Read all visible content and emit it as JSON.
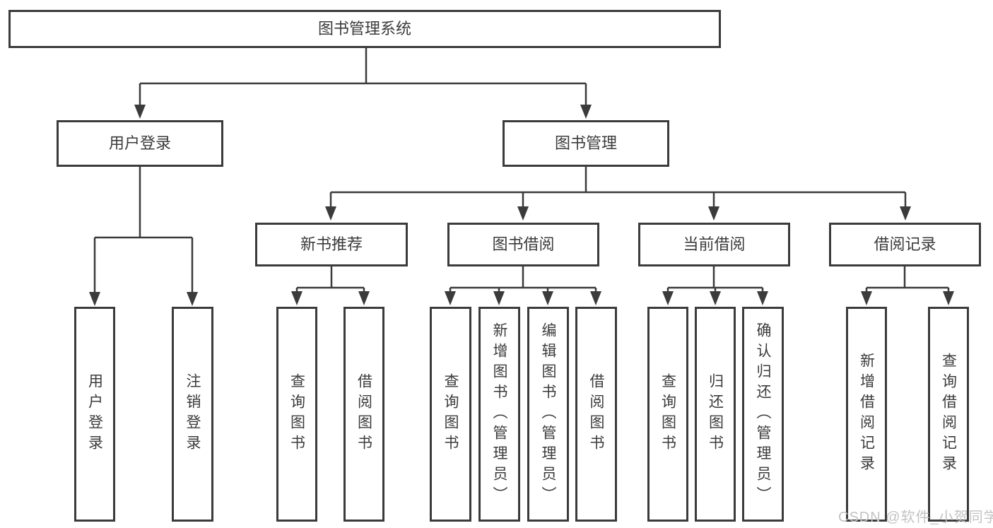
{
  "watermark": "CSDN @软件_小贺同学",
  "colors": {
    "line": "#3b3b3b",
    "text": "#3b3b3b",
    "background": "#ffffff",
    "watermark": "#c3c3c3"
  },
  "tree": {
    "root": {
      "label": "图书管理系统"
    },
    "user_login": {
      "label": "用户登录",
      "children": [
        {
          "label": "用户登录"
        },
        {
          "label": "注销登录"
        }
      ]
    },
    "book_management": {
      "label": "图书管理"
    },
    "new_book_recommendation": {
      "label": "新书推荐",
      "children": [
        {
          "label": "查询图书"
        },
        {
          "label": "借阅图书"
        }
      ]
    },
    "book_borrowing": {
      "label": "图书借阅",
      "children": [
        {
          "label": "查询图书"
        },
        {
          "label": "新增图书（管理员）"
        },
        {
          "label": "编辑图书（管理员）"
        },
        {
          "label": "借阅图书"
        }
      ]
    },
    "current_borrowing": {
      "label": "当前借阅",
      "children": [
        {
          "label": "查询图书"
        },
        {
          "label": "归还图书"
        },
        {
          "label": "确认归还（管理员）"
        }
      ]
    },
    "borrowing_records": {
      "label": "借阅记录",
      "children": [
        {
          "label": "新增借阅记录"
        },
        {
          "label": "查询借阅记录"
        }
      ]
    }
  }
}
